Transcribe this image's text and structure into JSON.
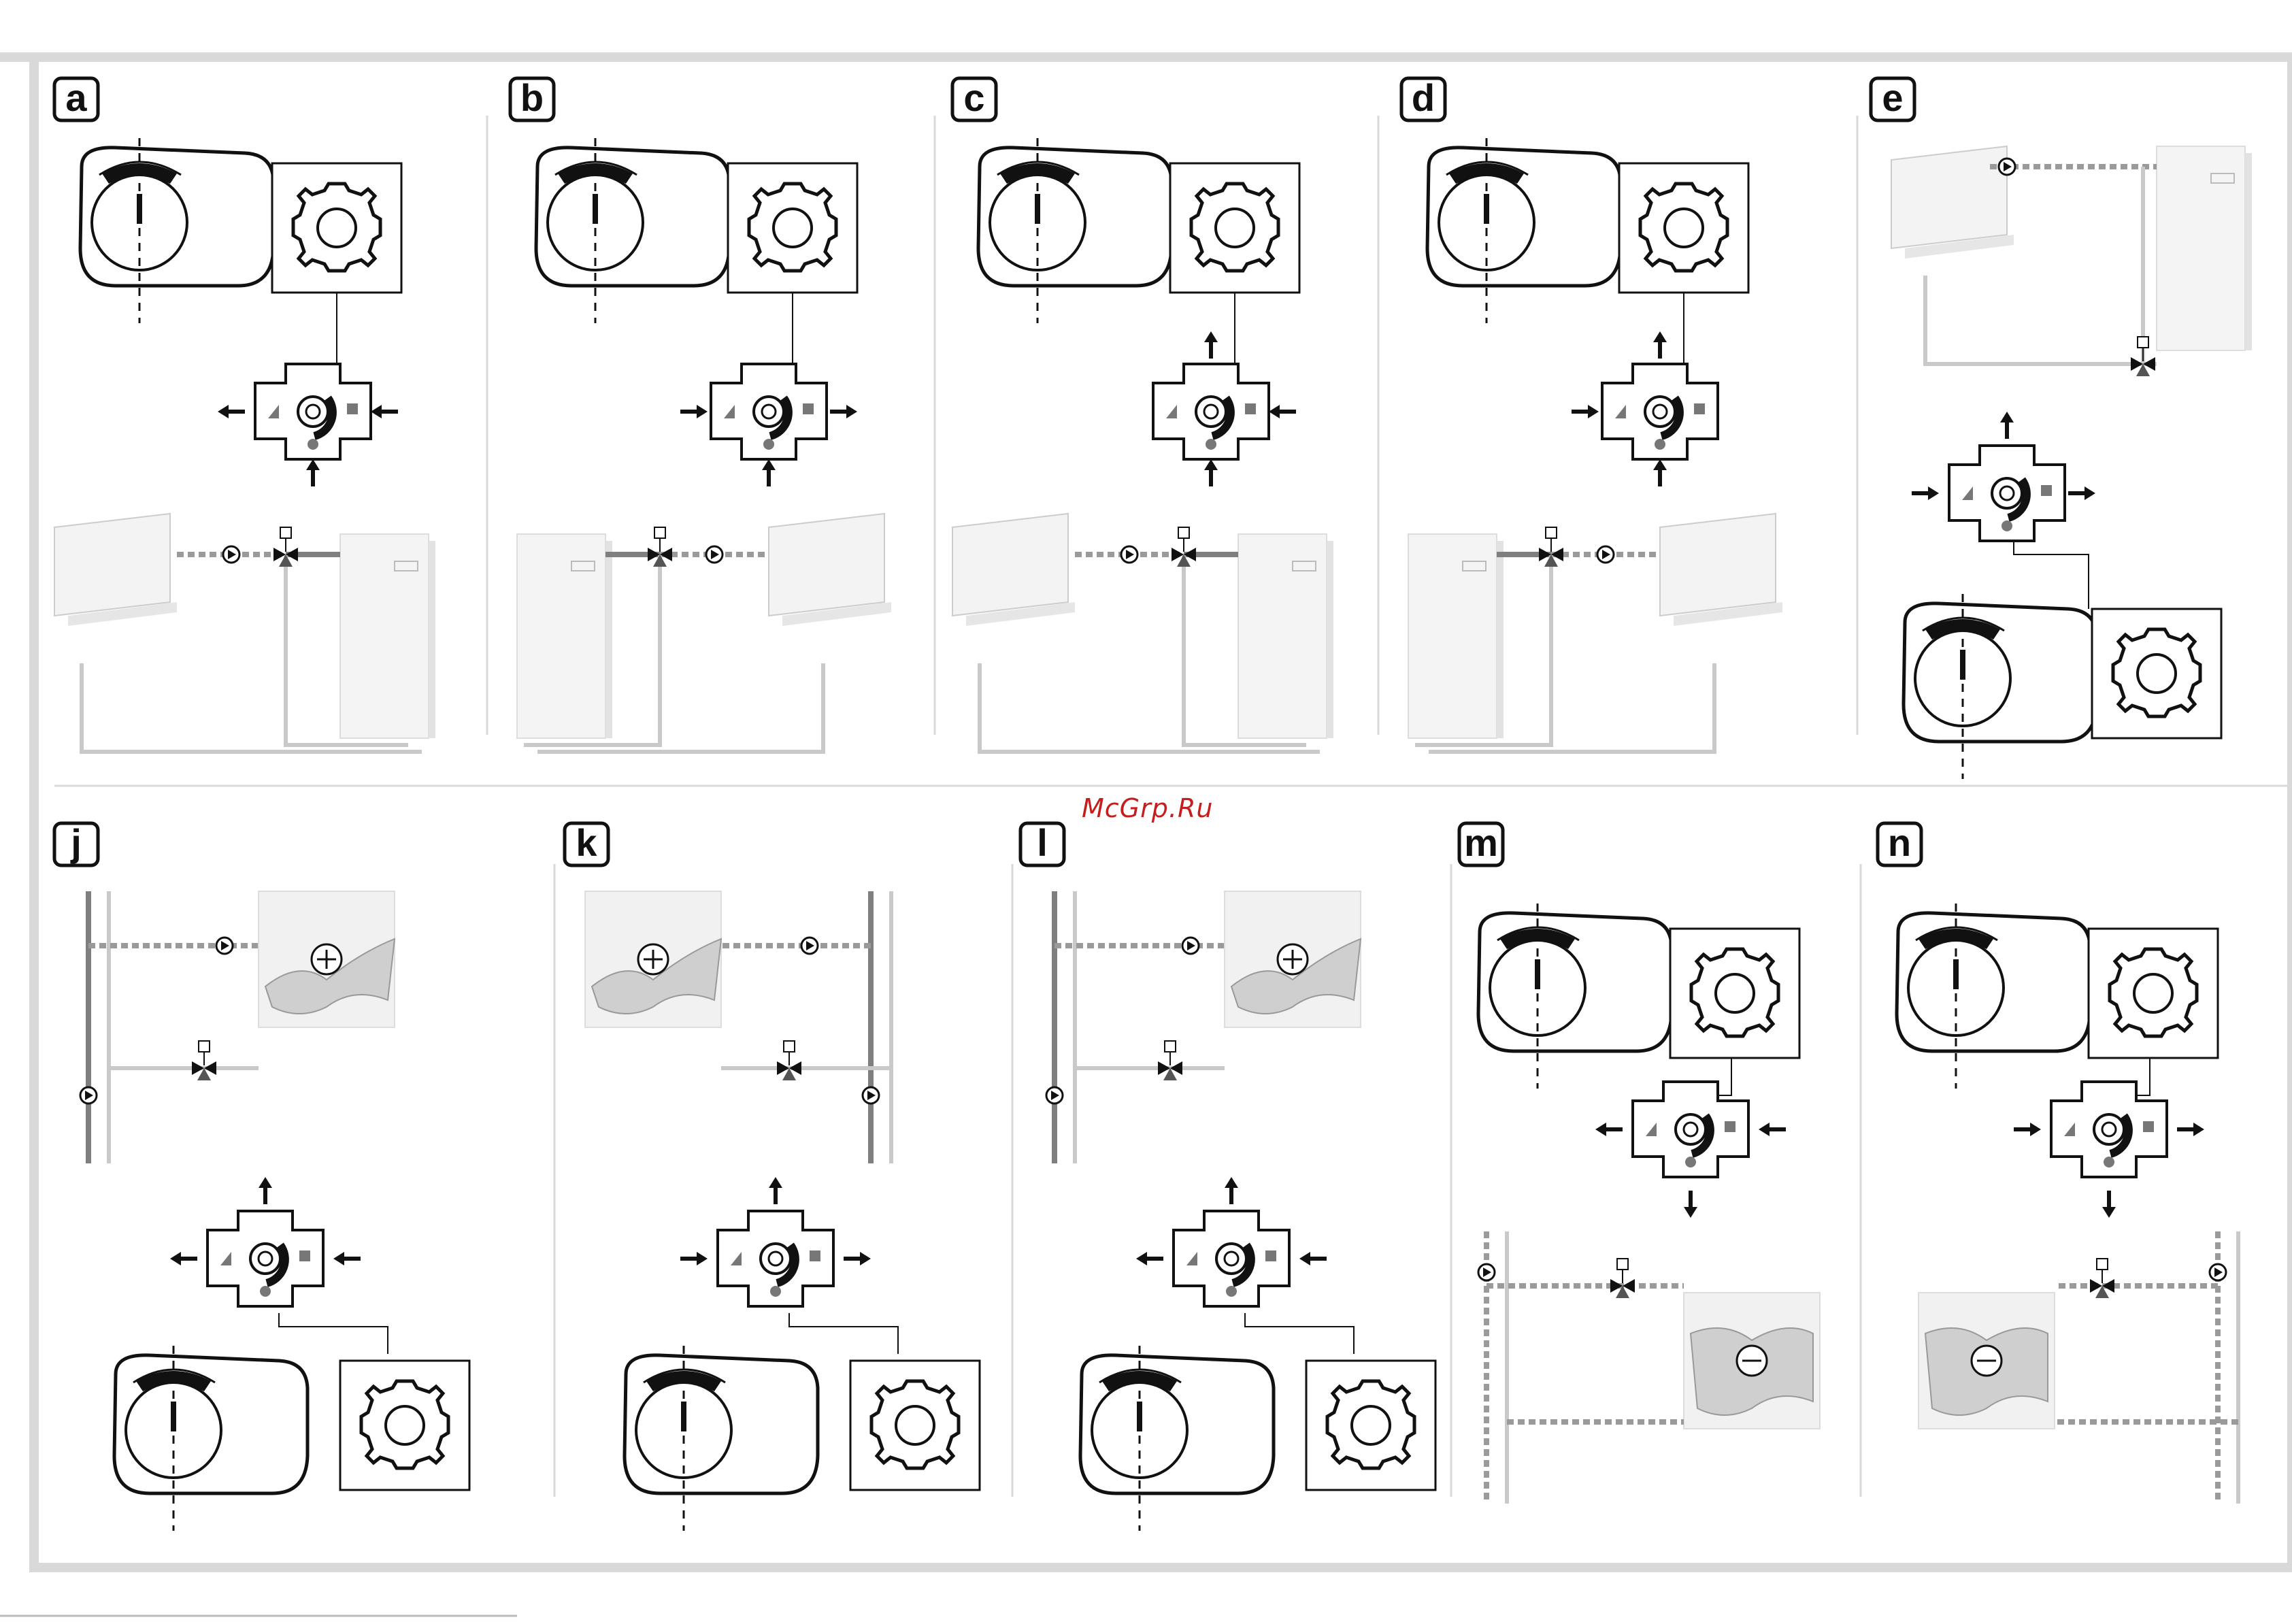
{
  "watermark": "McGrp.Ru",
  "colors": {
    "frame": "#d9d9d9",
    "line": "#111111",
    "pipe_hot": "#8c8c8c",
    "pipe_cold": "#cfcfcf",
    "radiator": "#f2f2f2",
    "watermark": "#c41e1e"
  },
  "footer": "",
  "panels": [
    {
      "id": "a",
      "label": "a",
      "arrow_in": "right",
      "arrow_out": "left",
      "flow": "left",
      "icons": [
        "knob-icon",
        "valve-insert-icon",
        "three-way-valve-icon",
        "radiator-icon",
        "boiler-icon",
        "pump-icon"
      ]
    },
    {
      "id": "b",
      "label": "b",
      "arrow_in": "left",
      "arrow_out": "right",
      "flow": "right",
      "icons": [
        "knob-icon",
        "valve-insert-icon",
        "three-way-valve-icon",
        "radiator-icon",
        "boiler-icon",
        "pump-icon"
      ]
    },
    {
      "id": "c",
      "label": "c",
      "arrow_in": "right",
      "arrow_out": "up",
      "flow": "left",
      "icons": [
        "knob-icon",
        "valve-insert-icon",
        "three-way-valve-icon",
        "radiator-icon",
        "boiler-icon",
        "pump-icon"
      ]
    },
    {
      "id": "d",
      "label": "d",
      "arrow_in": "left",
      "arrow_out": "up",
      "flow": "right",
      "icons": [
        "knob-icon",
        "valve-insert-icon",
        "three-way-valve-icon",
        "radiator-icon",
        "boiler-icon",
        "pump-icon"
      ]
    },
    {
      "id": "e",
      "label": "e",
      "arrow_in": "left",
      "arrow_out": "right",
      "flow": "right",
      "icons": [
        "radiator-icon",
        "boiler-icon",
        "three-way-valve-icon",
        "knob-icon",
        "valve-insert-icon"
      ]
    },
    {
      "id": "j",
      "label": "j",
      "arrow_in": "right",
      "arrow_out": "left",
      "flow": "left",
      "icons": [
        "riser-icon",
        "heat-exchanger-plus-icon",
        "three-way-valve-icon",
        "knob-icon",
        "valve-insert-icon"
      ]
    },
    {
      "id": "k",
      "label": "k",
      "arrow_in": "left",
      "arrow_out": "right",
      "flow": "right",
      "icons": [
        "riser-icon",
        "heat-exchanger-plus-icon",
        "three-way-valve-icon",
        "knob-icon",
        "valve-insert-icon"
      ]
    },
    {
      "id": "l",
      "label": "l",
      "arrow_in": "right",
      "arrow_out": "left",
      "flow": "left",
      "icons": [
        "riser-icon",
        "heat-exchanger-plus-icon",
        "three-way-valve-icon",
        "knob-icon",
        "valve-insert-icon"
      ]
    },
    {
      "id": "m",
      "label": "m",
      "arrow_in": "right",
      "arrow_out": "left",
      "flow": "left",
      "icons": [
        "knob-icon",
        "valve-insert-icon",
        "three-way-valve-icon",
        "riser-icon",
        "heat-exchanger-minus-icon"
      ]
    },
    {
      "id": "n",
      "label": "n",
      "arrow_in": "left",
      "arrow_out": "right",
      "flow": "right",
      "icons": [
        "knob-icon",
        "valve-insert-icon",
        "three-way-valve-icon",
        "riser-icon",
        "heat-exchanger-minus-icon"
      ]
    }
  ]
}
